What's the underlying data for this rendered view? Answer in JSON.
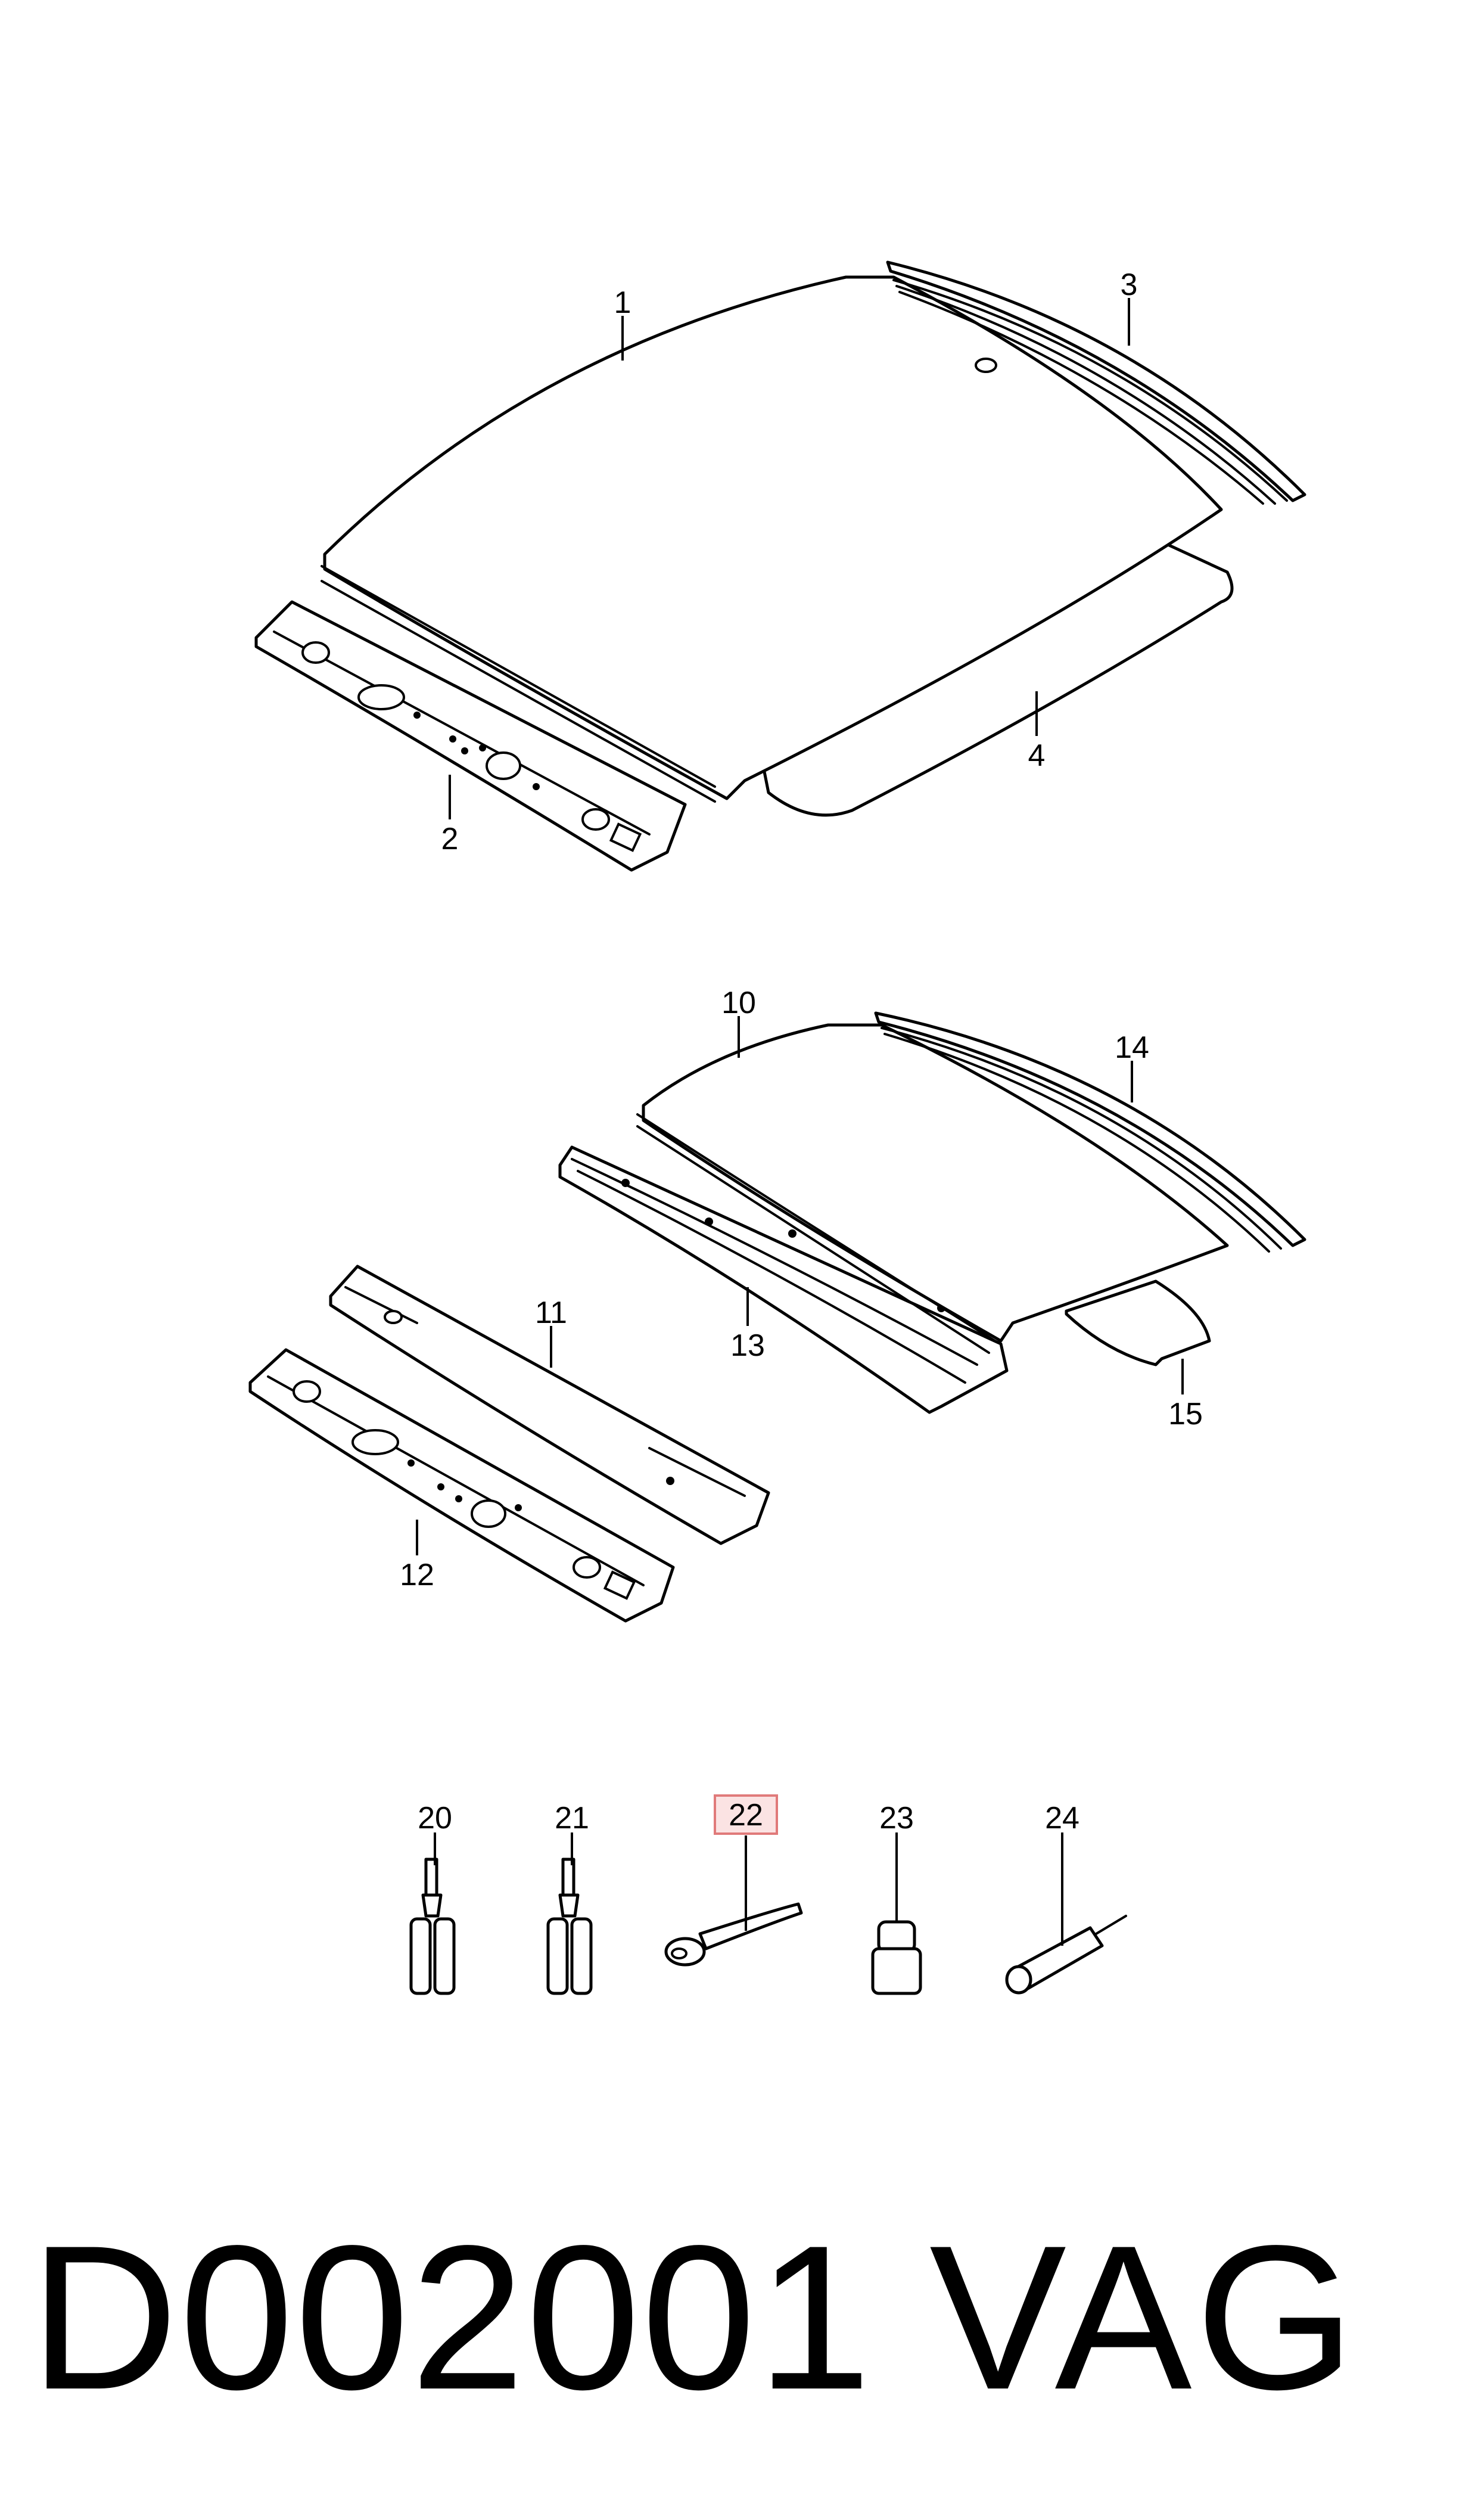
{
  "callouts": {
    "c1": "1",
    "c2": "2",
    "c3": "3",
    "c4": "4",
    "c10": "10",
    "c11": "11",
    "c12": "12",
    "c13": "13",
    "c14": "14",
    "c15": "15",
    "c20": "20",
    "c21": "21",
    "c22": "22",
    "c23": "23",
    "c24": "24"
  },
  "highlight": {
    "callout": "22",
    "fill": "#fbe3e3",
    "stroke": "#e07a7a"
  },
  "footer": {
    "code": "D002001",
    "brand": "VAG"
  }
}
